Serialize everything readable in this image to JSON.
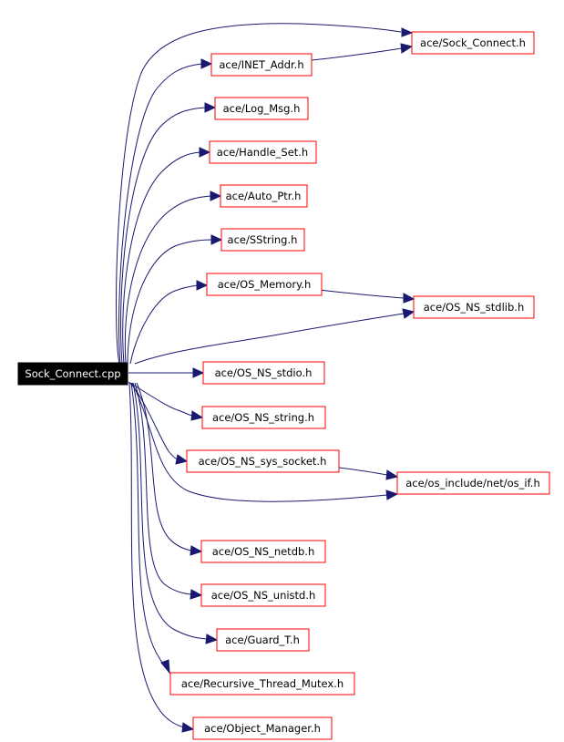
{
  "graph": {
    "root": "Sock_Connect.cpp",
    "nodes": {
      "sock_connect_h": "ace/Sock_Connect.h",
      "inet_addr_h": "ace/INET_Addr.h",
      "log_msg_h": "ace/Log_Msg.h",
      "handle_set_h": "ace/Handle_Set.h",
      "auto_ptr_h": "ace/Auto_Ptr.h",
      "sstring_h": "ace/SString.h",
      "os_memory_h": "ace/OS_Memory.h",
      "os_ns_stdlib_h": "ace/OS_NS_stdlib.h",
      "os_ns_stdio_h": "ace/OS_NS_stdio.h",
      "os_ns_string_h": "ace/OS_NS_string.h",
      "os_ns_sys_socket_h": "ace/OS_NS_sys_socket.h",
      "os_if_h": "ace/os_include/net/os_if.h",
      "os_ns_netdb_h": "ace/OS_NS_netdb.h",
      "os_ns_unistd_h": "ace/OS_NS_unistd.h",
      "guard_t_h": "ace/Guard_T.h",
      "recursive_thread_mutex_h": "ace/Recursive_Thread_Mutex.h",
      "object_manager_h": "ace/Object_Manager.h"
    },
    "colors": {
      "edge": "#191970",
      "node_border": "#ff0000",
      "root_fill": "#000000",
      "root_text": "#ffffff"
    }
  }
}
